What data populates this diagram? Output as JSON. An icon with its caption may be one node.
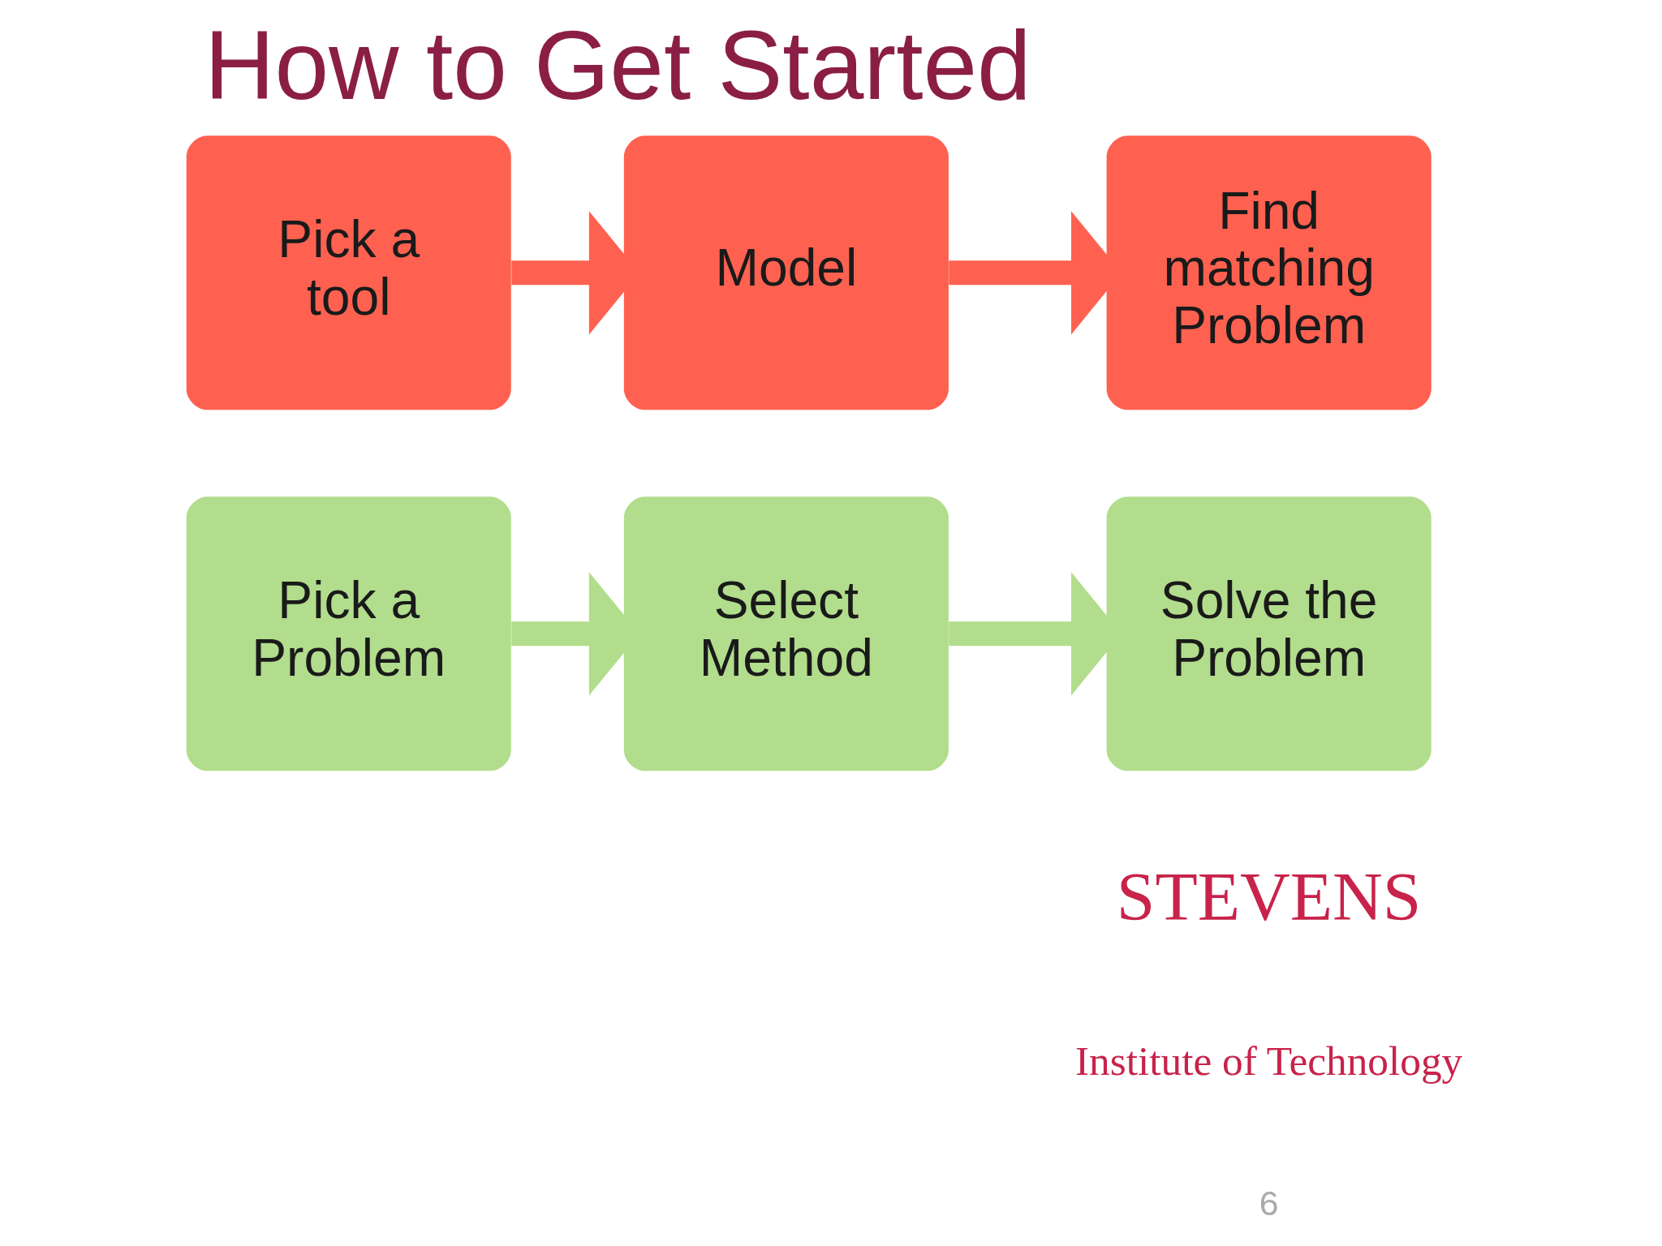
{
  "diagram": {
    "title": "How to Get Started",
    "nodes": [
      {
        "text": [
          "Pick a tool"
        ]
      },
      {
        "text": [
          "Model"
        ]
      },
      {
        "text": [
          "Find matching Problem"
        ]
      },
      {
        "text": [
          "Pick a Problem"
        ]
      },
      {
        "text": [
          "Select Method"
        ]
      },
      {
        "text": [
          "Solve the Problem"
        ]
      }
    ],
    "edges": [
      {
        "from": 0,
        "to": 1,
        "arrow": "to",
        "color": "#ff6150"
      },
      {
        "from": 1,
        "to": 2,
        "arrow": "to",
        "color": "#ff6150"
      },
      {
        "from": 3,
        "to": 4,
        "arrow": "to",
        "color": "#b1dd8c"
      },
      {
        "from": 4,
        "to": 5,
        "arrow": "to",
        "color": "#b1dd8c"
      }
    ],
    "labels": [
      "STEVENS",
      "Institute of Technology",
      "6"
    ]
  }
}
